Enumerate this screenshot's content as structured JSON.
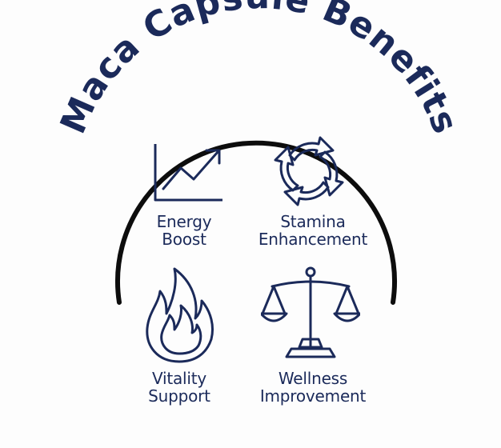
{
  "title": "Maca Capsule Benefits",
  "colors": {
    "ink": "#1b2a5a",
    "arc": "#0d0d0d",
    "background": "#fdfdfd"
  },
  "benefits": [
    {
      "line1": "Energy",
      "line2": "Boost",
      "icon": "trending-up-chart-icon"
    },
    {
      "line1": "Stamina",
      "line2": "Enhancement",
      "icon": "cycle-arrows-icon"
    },
    {
      "line1": "Vitality",
      "line2": "Support",
      "icon": "flame-icon"
    },
    {
      "line1": "Wellness",
      "line2": "Improvement",
      "icon": "balance-scale-icon"
    }
  ]
}
